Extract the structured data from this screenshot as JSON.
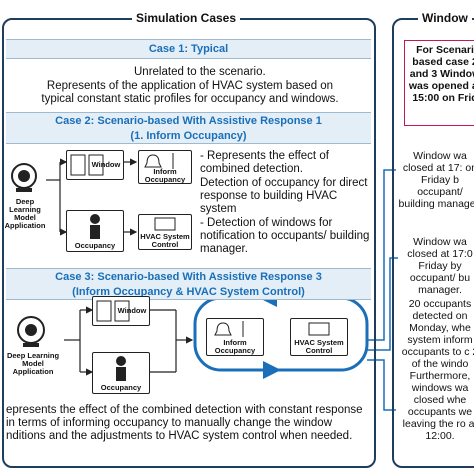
{
  "left_panel": {
    "title": "Simulation Cases",
    "case1": {
      "header": "Case 1: Typical",
      "line1": "Unrelated to the scenario.",
      "line2": "Represents of the application of HVAC system based on typical constant static profiles for occupancy and windows."
    },
    "case2": {
      "header_line1": "Case 2: Scenario-based With Assistive Response 1",
      "header_line2": "(1. Inform Occupancy)",
      "box_window": "Window",
      "box_occupancy": "Occupancy",
      "box_model": "Deep Learning Model Application",
      "box_inform": "Inform Occupancy",
      "box_hvac": "HVAC System Control",
      "desc1": "- Represents the effect of combined detection.",
      "desc2": "Detection of occupancy for direct response to building HVAC system",
      "desc3": "- Detection of windows for notification to occupants/ building manager."
    },
    "case3": {
      "header_line1": "Case 3: Scenario-based With Assistive Response 3",
      "header_line2": "(Inform Occupancy & HVAC System Control)",
      "box_model": "Deep Learning Model Application",
      "box_window": "Window",
      "box_occupancy": "Occupancy",
      "box_inform": "Inform Occupancy",
      "box_hvac": "HVAC System Control",
      "desc": "epresents the effect of the combined detection with constant response in terms of informing occupancy to manually change the window nditions and the adjustments to HVAC system control when needed."
    }
  },
  "right_panel": {
    "title": "Window",
    "note1": "For Scenari based case 2 and 3 Window was opened at 15:00 on Frid",
    "note2": "Window wa closed at 17: on Friday b occupant/ building manager.",
    "note3": "Window wa closed at 17:0 Friday by occupant/ bu manager.",
    "note4": "20 occupants detected on Monday, whe system inform occupants to c 2 of the windo Furthermore, windows wa closed whe occupants we leaving the ro at 12:00."
  }
}
